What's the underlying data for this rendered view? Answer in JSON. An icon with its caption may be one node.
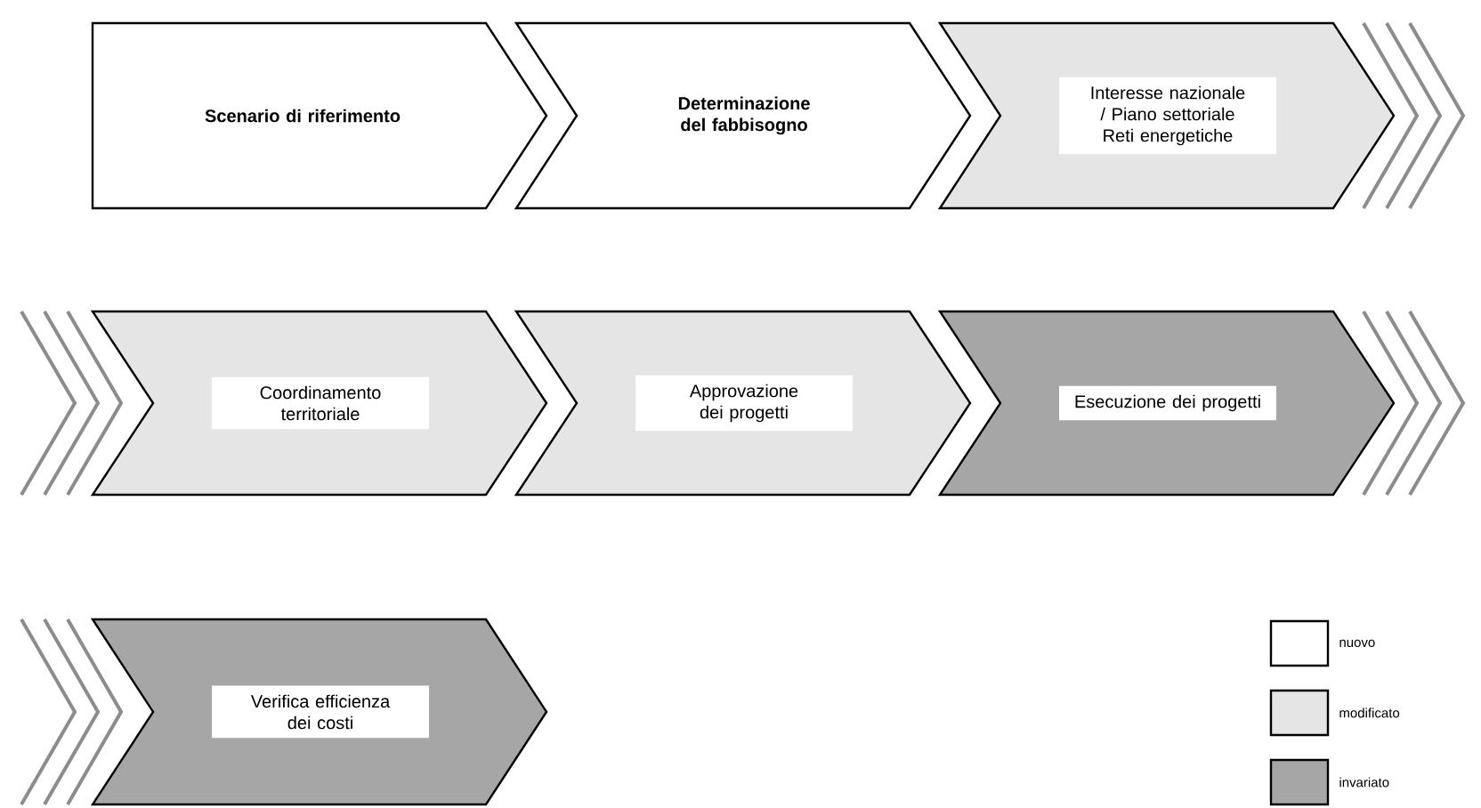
{
  "diagram": {
    "nodes": [
      {
        "text": [
          "Scenario di riferimento"
        ]
      },
      {
        "text": [
          "Determinazione del fabbisogno"
        ]
      },
      {
        "text": [
          "Interesse nazionale / Piano settoriale Reti energetiche"
        ]
      },
      {
        "text": [
          "Coordinamento territoriale"
        ]
      },
      {
        "text": [
          "Approvazione dei progetti"
        ]
      },
      {
        "text": [
          "Esecuzione dei progetti"
        ]
      },
      {
        "text": [
          "Verifica efficienza dei costi"
        ]
      }
    ],
    "legend": [
      {
        "text": "nuovo"
      },
      {
        "text": "modificato"
      },
      {
        "text": "invariato"
      }
    ]
  }
}
